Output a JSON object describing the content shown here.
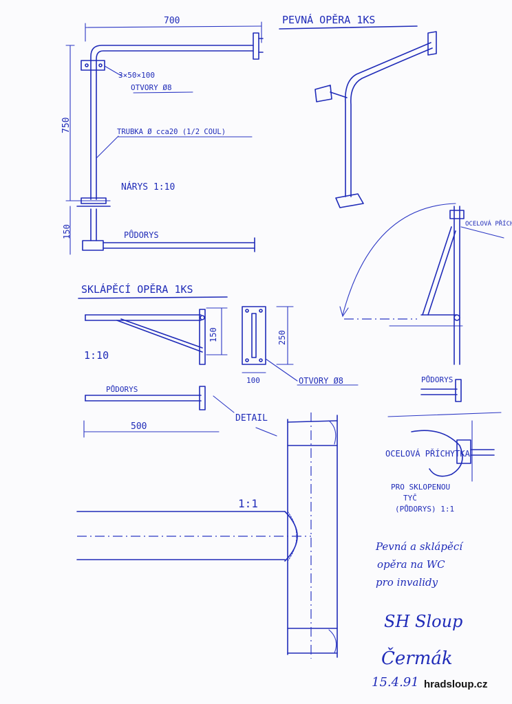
{
  "fixed": {
    "title": "PEVNÁ OPĚRA 1KS",
    "dim_width": "700",
    "dim_height": "750",
    "dim_base": "150",
    "plate_note_1": "3×50×100",
    "plate_note_2": "OTVORY Ø8",
    "tube_note": "TRUBKA Ø cca20 (1/2 COUL)",
    "view_label": "NÁRYS 1:10",
    "plan_label": "PŮDORYS"
  },
  "folding": {
    "title": "SKLÁPĚCÍ OPĚRA 1KS",
    "scale": "1:10",
    "dim_150": "150",
    "dim_250": "250",
    "dim_100": "100",
    "holes_note": "OTVORY Ø8",
    "plan_label": "PŮDORYS",
    "dim_500": "500",
    "detail_label": "DETAIL",
    "detail_scale": "1:1"
  },
  "side": {
    "bracket_label": "OCELOVÁ PŘÍCHYTKA",
    "plan_label": "PŮDORYS"
  },
  "clip": {
    "label": "OCELOVÁ PŘÍCHYTKA",
    "note_1": "PRO SKLOPENOU",
    "note_2": "TYČ",
    "note_3": "(PŮDORYS) 1:1"
  },
  "notes": {
    "line1": "Pevná a sklápěcí",
    "line2": "opěra na WC",
    "line3": "pro invalidy",
    "sig1": "SH Sloup",
    "sig2": "Čermák",
    "date": "15.4.91"
  },
  "watermark": "hradsloup.cz"
}
